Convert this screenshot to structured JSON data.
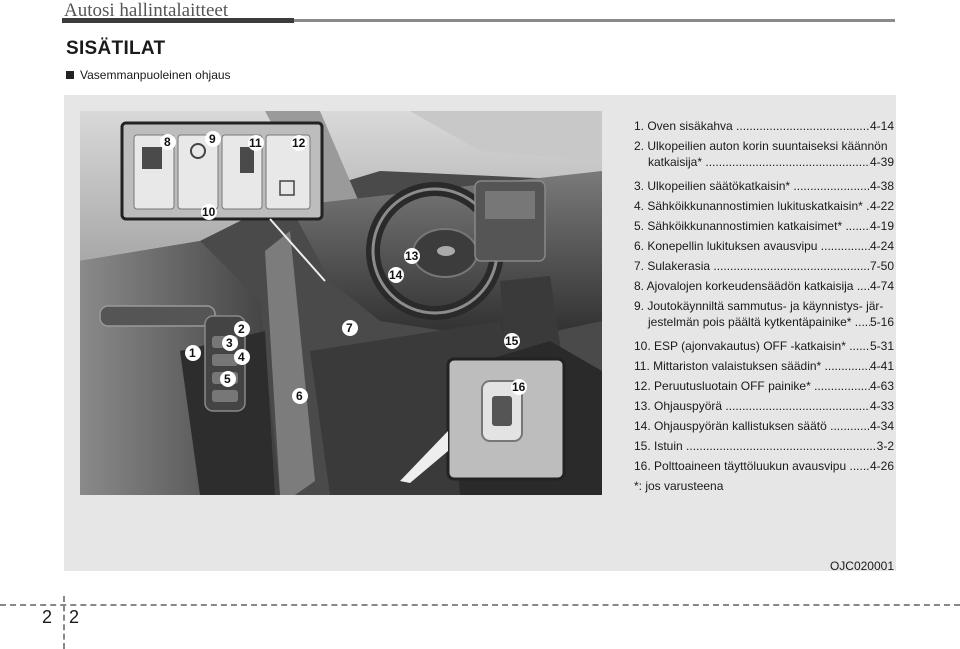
{
  "header": {
    "title": "Autosi hallintalaitteet"
  },
  "section": {
    "title": "SISÄTILAT",
    "subtitle": "Vasemmanpuoleinen ohjaus"
  },
  "figure": {
    "code": "OJC020001",
    "callouts": [
      "1",
      "2",
      "3",
      "4",
      "5",
      "6",
      "7",
      "8",
      "9",
      "10",
      "11",
      "12",
      "13",
      "14",
      "15",
      "16"
    ]
  },
  "items": [
    {
      "text": "1. Oven sisäkahva",
      "page": "4-14"
    },
    {
      "text1": "2. Ulkopeilien auton korin suuntaiseksi käännön",
      "text": "katkaisija*",
      "page": "4-39"
    },
    {
      "text": "3. Ulkopeilien säätökatkaisin*",
      "page": "4-38"
    },
    {
      "text": "4. Sähköikkunannostimien lukituskatkaisin*",
      "page": "4-22"
    },
    {
      "text": "5. Sähköikkunannostimien katkaisimet*",
      "page": "4-19"
    },
    {
      "text": "6. Konepellin lukituksen avausvipu",
      "page": "4-24"
    },
    {
      "text": "7. Sulakerasia",
      "page": "7-50"
    },
    {
      "text": "8. Ajovalojen korkeudensäädön katkaisija",
      "page": "4-74"
    },
    {
      "text1": "9. Joutokäynniltä sammutus- ja käynnistys- jär-",
      "text": "jestelmän pois päältä kytkentäpainike*",
      "page": "5-16"
    },
    {
      "text": "10. ESP (ajonvakautus) OFF -katkaisin*",
      "page": "5-31"
    },
    {
      "text": "11. Mittariston valaistuksen säädin*",
      "page": "4-41"
    },
    {
      "text": "12. Peruutusluotain OFF painike*",
      "page": "4-63"
    },
    {
      "text": "13. Ohjauspyörä",
      "page": "4-33"
    },
    {
      "text": "14. Ohjauspyörän kallistuksen säätö",
      "page": "4-34"
    },
    {
      "text": "15. Istuin",
      "page": "3-2"
    },
    {
      "text": "16. Polttoaineen täyttöluukun avausvipu",
      "page": "4-26"
    }
  ],
  "footnote": "*: jos varusteena",
  "footer": {
    "page_left": "2",
    "page_right": "2"
  }
}
